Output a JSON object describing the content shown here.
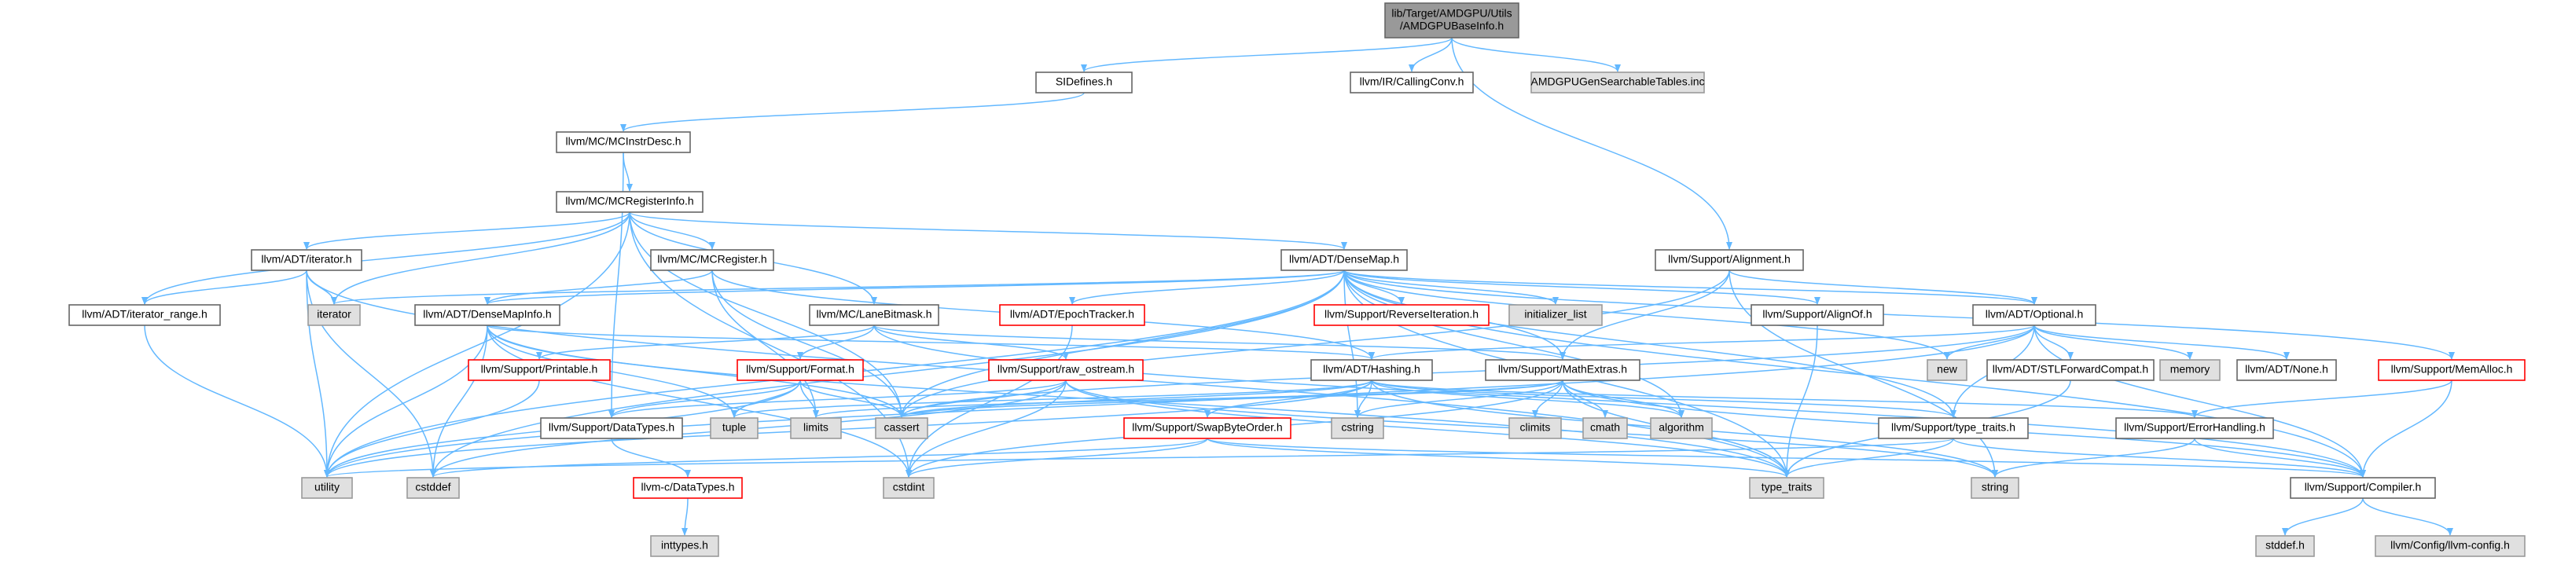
{
  "colors": {
    "normal_border": "#666666",
    "normal_fill": "#ffffff",
    "red_border": "#ff0000",
    "external_fill": "#e0e0e0",
    "external_border": "#999999",
    "root_fill": "#999999",
    "edge": "#63b8ff"
  },
  "nodes": [
    {
      "id": "root",
      "label": [
        "lib/Target/AMDGPU/Utils",
        "/AMDGPUBaseInfo.h"
      ],
      "kind": "root"
    },
    {
      "id": "sidefines",
      "label": [
        "SIDefines.h"
      ],
      "kind": "normal"
    },
    {
      "id": "callingconv",
      "label": [
        "llvm/IR/CallingConv.h"
      ],
      "kind": "normal"
    },
    {
      "id": "amdgpugen",
      "label": [
        "AMDGPUGenSearchableTables.inc"
      ],
      "kind": "external"
    },
    {
      "id": "mcinstrdesc",
      "label": [
        "llvm/MC/MCInstrDesc.h"
      ],
      "kind": "normal"
    },
    {
      "id": "alignment",
      "label": [
        "llvm/Support/Alignment.h"
      ],
      "kind": "normal"
    },
    {
      "id": "mcreginfo",
      "label": [
        "llvm/MC/MCRegisterInfo.h"
      ],
      "kind": "normal"
    },
    {
      "id": "iterator",
      "label": [
        "llvm/ADT/iterator.h"
      ],
      "kind": "normal"
    },
    {
      "id": "mcregister",
      "label": [
        "llvm/MC/MCRegister.h"
      ],
      "kind": "normal"
    },
    {
      "id": "densemap",
      "label": [
        "llvm/ADT/DenseMap.h"
      ],
      "kind": "normal"
    },
    {
      "id": "iterator_range",
      "label": [
        "llvm/ADT/iterator_range.h"
      ],
      "kind": "normal"
    },
    {
      "id": "iterator_ext",
      "label": [
        "iterator"
      ],
      "kind": "external"
    },
    {
      "id": "densemapinfo",
      "label": [
        "llvm/ADT/DenseMapInfo.h"
      ],
      "kind": "normal"
    },
    {
      "id": "lanebitmask",
      "label": [
        "llvm/MC/LaneBitmask.h"
      ],
      "kind": "normal"
    },
    {
      "id": "epochtracker",
      "label": [
        "llvm/ADT/EpochTracker.h"
      ],
      "kind": "red"
    },
    {
      "id": "reverseiter",
      "label": [
        "llvm/Support/ReverseIteration.h"
      ],
      "kind": "red"
    },
    {
      "id": "initlist",
      "label": [
        "initializer_list"
      ],
      "kind": "external"
    },
    {
      "id": "alignof",
      "label": [
        "llvm/Support/AlignOf.h"
      ],
      "kind": "normal"
    },
    {
      "id": "optional",
      "label": [
        "llvm/ADT/Optional.h"
      ],
      "kind": "normal"
    },
    {
      "id": "printable",
      "label": [
        "llvm/Support/Printable.h"
      ],
      "kind": "red"
    },
    {
      "id": "format",
      "label": [
        "llvm/Support/Format.h"
      ],
      "kind": "red"
    },
    {
      "id": "rawostream",
      "label": [
        "llvm/Support/raw_ostream.h"
      ],
      "kind": "red"
    },
    {
      "id": "hashing",
      "label": [
        "llvm/ADT/Hashing.h"
      ],
      "kind": "normal"
    },
    {
      "id": "mathextras",
      "label": [
        "llvm/Support/MathExtras.h"
      ],
      "kind": "normal"
    },
    {
      "id": "stlforward",
      "label": [
        "llvm/ADT/STLForwardCompat.h"
      ],
      "kind": "normal"
    },
    {
      "id": "memory",
      "label": [
        "memory"
      ],
      "kind": "external"
    },
    {
      "id": "none",
      "label": [
        "llvm/ADT/None.h"
      ],
      "kind": "normal"
    },
    {
      "id": "memalloc",
      "label": [
        "llvm/Support/MemAlloc.h"
      ],
      "kind": "red"
    },
    {
      "id": "new",
      "label": [
        "new"
      ],
      "kind": "external"
    },
    {
      "id": "datatypes",
      "label": [
        "llvm/Support/DataTypes.h"
      ],
      "kind": "normal"
    },
    {
      "id": "tuple",
      "label": [
        "tuple"
      ],
      "kind": "external"
    },
    {
      "id": "limits",
      "label": [
        "limits"
      ],
      "kind": "external"
    },
    {
      "id": "cassert",
      "label": [
        "cassert"
      ],
      "kind": "external"
    },
    {
      "id": "swapbyte",
      "label": [
        "llvm/Support/SwapByteOrder.h"
      ],
      "kind": "red"
    },
    {
      "id": "cstring",
      "label": [
        "cstring"
      ],
      "kind": "external"
    },
    {
      "id": "climits",
      "label": [
        "climits"
      ],
      "kind": "external"
    },
    {
      "id": "cmath",
      "label": [
        "cmath"
      ],
      "kind": "external"
    },
    {
      "id": "algorithm",
      "label": [
        "algorithm"
      ],
      "kind": "external"
    },
    {
      "id": "typetraits_h",
      "label": [
        "llvm/Support/type_traits.h"
      ],
      "kind": "normal"
    },
    {
      "id": "errorhandling",
      "label": [
        "llvm/Support/ErrorHandling.h"
      ],
      "kind": "normal"
    },
    {
      "id": "utility",
      "label": [
        "utility"
      ],
      "kind": "external"
    },
    {
      "id": "cstddef",
      "label": [
        "cstddef"
      ],
      "kind": "external"
    },
    {
      "id": "c_datatypes",
      "label": [
        "llvm-c/DataTypes.h"
      ],
      "kind": "red"
    },
    {
      "id": "cstdint",
      "label": [
        "cstdint"
      ],
      "kind": "external"
    },
    {
      "id": "type_traits",
      "label": [
        "type_traits"
      ],
      "kind": "external"
    },
    {
      "id": "string",
      "label": [
        "string"
      ],
      "kind": "external"
    },
    {
      "id": "compiler",
      "label": [
        "llvm/Support/Compiler.h"
      ],
      "kind": "normal"
    },
    {
      "id": "inttypes",
      "label": [
        "inttypes.h"
      ],
      "kind": "external"
    },
    {
      "id": "stddef",
      "label": [
        "stddef.h"
      ],
      "kind": "external"
    },
    {
      "id": "llvmconfig",
      "label": [
        "llvm/Config/llvm-config.h"
      ],
      "kind": "external"
    }
  ],
  "edges": [
    [
      "root",
      "sidefines"
    ],
    [
      "root",
      "callingconv"
    ],
    [
      "root",
      "amdgpugen"
    ],
    [
      "root",
      "alignment"
    ],
    [
      "sidefines",
      "mcinstrdesc"
    ],
    [
      "mcinstrdesc",
      "mcreginfo"
    ],
    [
      "mcinstrdesc",
      "datatypes"
    ],
    [
      "mcreginfo",
      "iterator"
    ],
    [
      "mcreginfo",
      "mcregister"
    ],
    [
      "mcreginfo",
      "densemap"
    ],
    [
      "mcreginfo",
      "iterator_range"
    ],
    [
      "mcreginfo",
      "iterator_ext"
    ],
    [
      "mcreginfo",
      "lanebitmask"
    ],
    [
      "mcreginfo",
      "utility"
    ],
    [
      "mcreginfo",
      "cassert"
    ],
    [
      "mcreginfo",
      "cstdint"
    ],
    [
      "iterator",
      "iterator_range"
    ],
    [
      "iterator",
      "iterator_ext"
    ],
    [
      "iterator",
      "utility"
    ],
    [
      "iterator",
      "cstddef"
    ],
    [
      "iterator",
      "type_traits"
    ],
    [
      "iterator_range",
      "utility"
    ],
    [
      "mcregister",
      "densemapinfo"
    ],
    [
      "mcregister",
      "hashing"
    ],
    [
      "mcregister",
      "cassert"
    ],
    [
      "mcregister",
      "limits"
    ],
    [
      "densemap",
      "iterator_ext"
    ],
    [
      "densemap",
      "densemapinfo"
    ],
    [
      "densemap",
      "epochtracker"
    ],
    [
      "densemap",
      "reverseiter"
    ],
    [
      "densemap",
      "initlist"
    ],
    [
      "densemap",
      "alignof"
    ],
    [
      "densemap",
      "optional"
    ],
    [
      "densemap",
      "memalloc"
    ],
    [
      "densemap",
      "new"
    ],
    [
      "densemap",
      "mathextras"
    ],
    [
      "densemap",
      "typetraits_h"
    ],
    [
      "densemap",
      "compiler"
    ],
    [
      "densemap",
      "algorithm"
    ],
    [
      "densemap",
      "cassert"
    ],
    [
      "densemap",
      "cstddef"
    ],
    [
      "densemap",
      "cstring"
    ],
    [
      "densemap",
      "type_traits"
    ],
    [
      "densemap",
      "utility"
    ],
    [
      "densemapinfo",
      "hashing"
    ],
    [
      "densemapinfo",
      "cassert"
    ],
    [
      "densemapinfo",
      "cstddef"
    ],
    [
      "densemapinfo",
      "cstdint"
    ],
    [
      "densemapinfo",
      "tuple"
    ],
    [
      "densemapinfo",
      "type_traits"
    ],
    [
      "densemapinfo",
      "utility"
    ],
    [
      "lanebitmask",
      "printable"
    ],
    [
      "lanebitmask",
      "format"
    ],
    [
      "lanebitmask",
      "rawostream"
    ],
    [
      "lanebitmask",
      "mathextras"
    ],
    [
      "lanebitmask",
      "compiler"
    ],
    [
      "epochtracker",
      "cstdint"
    ],
    [
      "alignment",
      "mathextras"
    ],
    [
      "alignment",
      "optional"
    ],
    [
      "alignment",
      "cassert"
    ],
    [
      "alignment",
      "string"
    ],
    [
      "alignof",
      "type_traits"
    ],
    [
      "optional",
      "hashing"
    ],
    [
      "optional",
      "none"
    ],
    [
      "optional",
      "stlforward"
    ],
    [
      "optional",
      "typetraits_h"
    ],
    [
      "optional",
      "compiler"
    ],
    [
      "optional",
      "cassert"
    ],
    [
      "optional",
      "memory"
    ],
    [
      "optional",
      "new"
    ],
    [
      "optional",
      "utility"
    ],
    [
      "printable",
      "utility"
    ],
    [
      "format",
      "datatypes"
    ],
    [
      "format",
      "cassert"
    ],
    [
      "format",
      "limits"
    ],
    [
      "format",
      "tuple"
    ],
    [
      "format",
      "utility"
    ],
    [
      "rawostream",
      "datatypes"
    ],
    [
      "rawostream",
      "cassert"
    ],
    [
      "rawostream",
      "cstddef"
    ],
    [
      "rawostream",
      "cstdint"
    ],
    [
      "rawostream",
      "string"
    ],
    [
      "rawostream",
      "type_traits"
    ],
    [
      "hashing",
      "errorhandling"
    ],
    [
      "hashing",
      "swapbyte"
    ],
    [
      "hashing",
      "typetraits_h"
    ],
    [
      "hashing",
      "algorithm"
    ],
    [
      "hashing",
      "cassert"
    ],
    [
      "hashing",
      "cstring"
    ],
    [
      "hashing",
      "string"
    ],
    [
      "hashing",
      "tuple"
    ],
    [
      "hashing",
      "utility"
    ],
    [
      "mathextras",
      "compiler"
    ],
    [
      "mathextras",
      "algorithm"
    ],
    [
      "mathextras",
      "cassert"
    ],
    [
      "mathextras",
      "climits"
    ],
    [
      "mathextras",
      "cmath"
    ],
    [
      "mathextras",
      "cstdint"
    ],
    [
      "mathextras",
      "cstring"
    ],
    [
      "mathextras",
      "limits"
    ],
    [
      "mathextras",
      "type_traits"
    ],
    [
      "stlforward",
      "type_traits"
    ],
    [
      "memalloc",
      "compiler"
    ],
    [
      "memalloc",
      "errorhandling"
    ],
    [
      "datatypes",
      "c_datatypes"
    ],
    [
      "c_datatypes",
      "inttypes"
    ],
    [
      "swapbyte",
      "compiler"
    ],
    [
      "swapbyte",
      "cstddef"
    ],
    [
      "swapbyte",
      "cstdint"
    ],
    [
      "swapbyte",
      "type_traits"
    ],
    [
      "typetraits_h",
      "compiler"
    ],
    [
      "typetraits_h",
      "type_traits"
    ],
    [
      "typetraits_h",
      "utility"
    ],
    [
      "errorhandling",
      "compiler"
    ],
    [
      "errorhandling",
      "string"
    ],
    [
      "compiler",
      "stddef"
    ],
    [
      "compiler",
      "llvmconfig"
    ]
  ]
}
